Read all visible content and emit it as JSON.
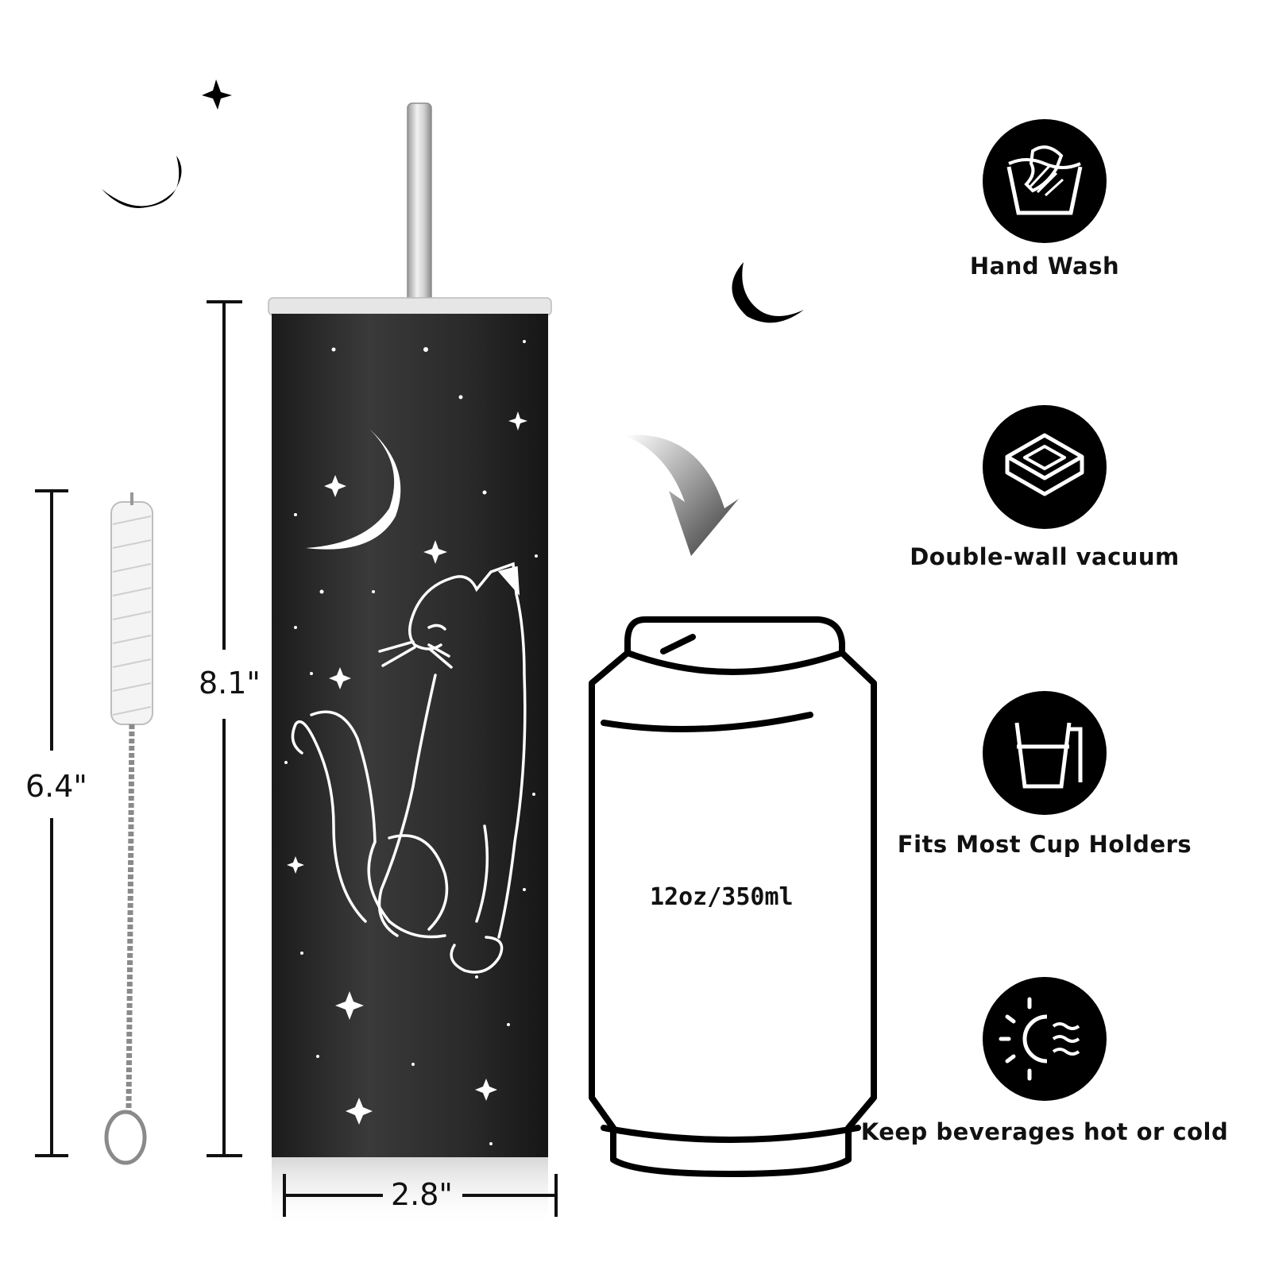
{
  "dimensions": {
    "tumbler_height": "8.1\"",
    "brush_length": "6.4\"",
    "tumbler_diameter": "2.8\""
  },
  "can": {
    "capacity": "12oz/350ml"
  },
  "features": [
    {
      "icon": "hand-wash-icon",
      "label": "Hand Wash"
    },
    {
      "icon": "double-wall-icon",
      "label": "Double-wall vacuum"
    },
    {
      "icon": "cup-holder-icon",
      "label": "Fits Most Cup Holders"
    },
    {
      "icon": "hot-cold-icon",
      "label": "Keep beverages hot or cold"
    }
  ],
  "colors": {
    "tumbler_body": "#2a2a2a",
    "icon_circle": "#000000",
    "line_art": "#ffffff"
  }
}
